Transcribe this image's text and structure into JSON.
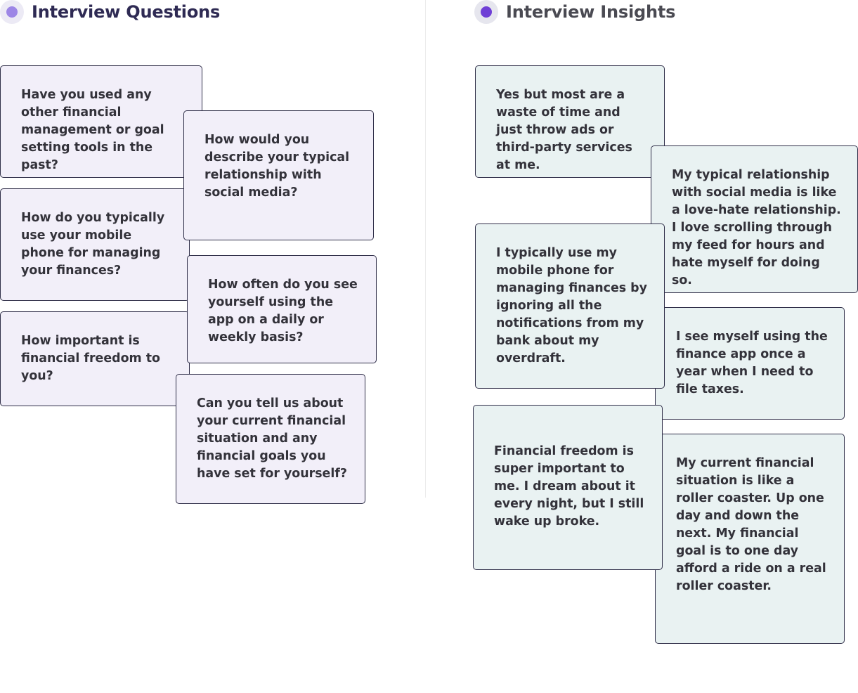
{
  "colors": {
    "question_card_bg": "#f2eff9",
    "insight_card_bg": "#e9f2f2",
    "card_border": "#2f2e48",
    "questions_dot": "#9d86e6",
    "insights_dot": "#6f3fd6",
    "header_text": "#2e2a53"
  },
  "questions": {
    "title": "Interview Questions",
    "cards": [
      "Have you used any other financial management or goal setting tools in the past?",
      "How would you describe your typical relationship with social media?",
      "How do you typically use your mobile phone for managing your finances?",
      "How often do you see yourself using the app on a daily or weekly basis?",
      "How important is financial freedom to you?",
      "Can you tell us about your current financial situation and any financial goals you have set for yourself?"
    ]
  },
  "insights": {
    "title": "Interview Insights",
    "cards": [
      "Yes but most are a waste of time and just throw ads or third-party services at me.",
      "My typical relationship with social media is like a love-hate relationship. I love scrolling through my feed for hours and hate myself for doing so.",
      "I typically use my mobile phone for managing finances by ignoring all the notifications from my bank about my overdraft.",
      "I see myself using the finance app once a year when I need to file taxes.",
      "Financial freedom is super important to me. I dream about it every night, but I still wake up broke.",
      "My current financial situation is like a roller coaster. Up one day and down the next. My financial goal is to one day afford a ride on a real roller coaster."
    ]
  }
}
